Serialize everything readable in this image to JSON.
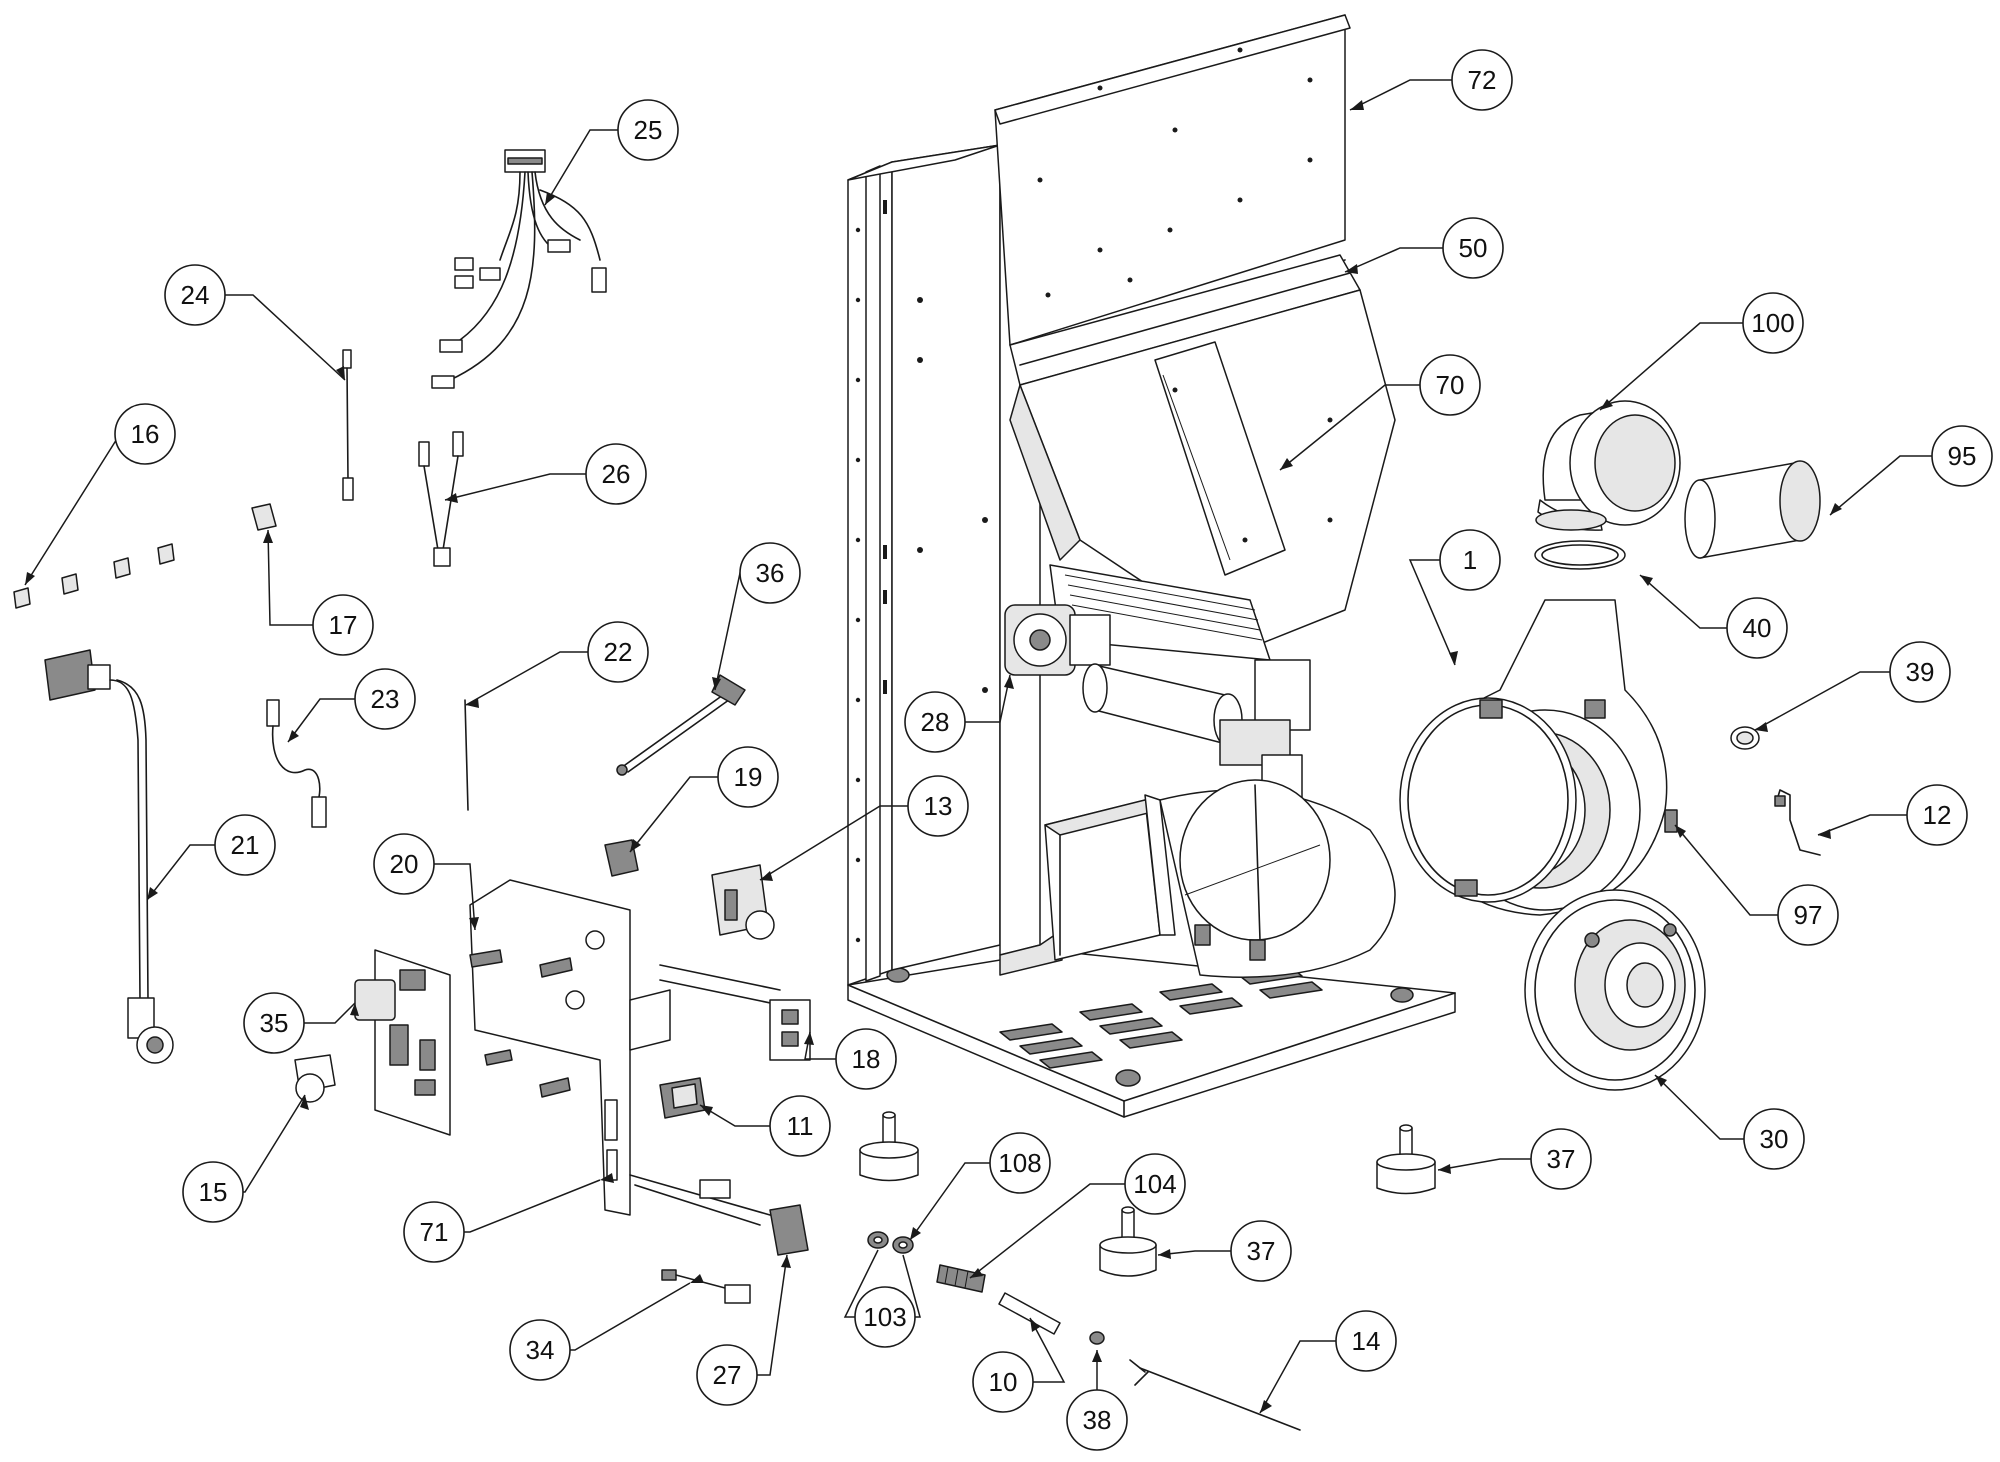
{
  "diagram": {
    "type": "exploded-parts",
    "callouts": [
      {
        "id": "c72",
        "label": "72"
      },
      {
        "id": "c25",
        "label": "25"
      },
      {
        "id": "c50",
        "label": "50"
      },
      {
        "id": "c24",
        "label": "24"
      },
      {
        "id": "c100",
        "label": "100"
      },
      {
        "id": "c70",
        "label": "70"
      },
      {
        "id": "c16",
        "label": "16"
      },
      {
        "id": "c26",
        "label": "26"
      },
      {
        "id": "c95",
        "label": "95"
      },
      {
        "id": "c1",
        "label": "1"
      },
      {
        "id": "c36",
        "label": "36"
      },
      {
        "id": "c17",
        "label": "17"
      },
      {
        "id": "c40",
        "label": "40"
      },
      {
        "id": "c22",
        "label": "22"
      },
      {
        "id": "c39",
        "label": "39"
      },
      {
        "id": "c23",
        "label": "23"
      },
      {
        "id": "c28",
        "label": "28"
      },
      {
        "id": "c19",
        "label": "19"
      },
      {
        "id": "c13",
        "label": "13"
      },
      {
        "id": "c12",
        "label": "12"
      },
      {
        "id": "c21",
        "label": "21"
      },
      {
        "id": "c20",
        "label": "20"
      },
      {
        "id": "c97",
        "label": "97"
      },
      {
        "id": "c35",
        "label": "35"
      },
      {
        "id": "c18",
        "label": "18"
      },
      {
        "id": "c11",
        "label": "11"
      },
      {
        "id": "c30",
        "label": "30"
      },
      {
        "id": "c108",
        "label": "108"
      },
      {
        "id": "c37a",
        "label": "37"
      },
      {
        "id": "c15",
        "label": "15"
      },
      {
        "id": "c104",
        "label": "104"
      },
      {
        "id": "c71",
        "label": "71"
      },
      {
        "id": "c37b",
        "label": "37"
      },
      {
        "id": "c103",
        "label": "103"
      },
      {
        "id": "c14",
        "label": "14"
      },
      {
        "id": "c34",
        "label": "34"
      },
      {
        "id": "c27",
        "label": "27"
      },
      {
        "id": "c10",
        "label": "10"
      },
      {
        "id": "c38",
        "label": "38"
      }
    ]
  }
}
